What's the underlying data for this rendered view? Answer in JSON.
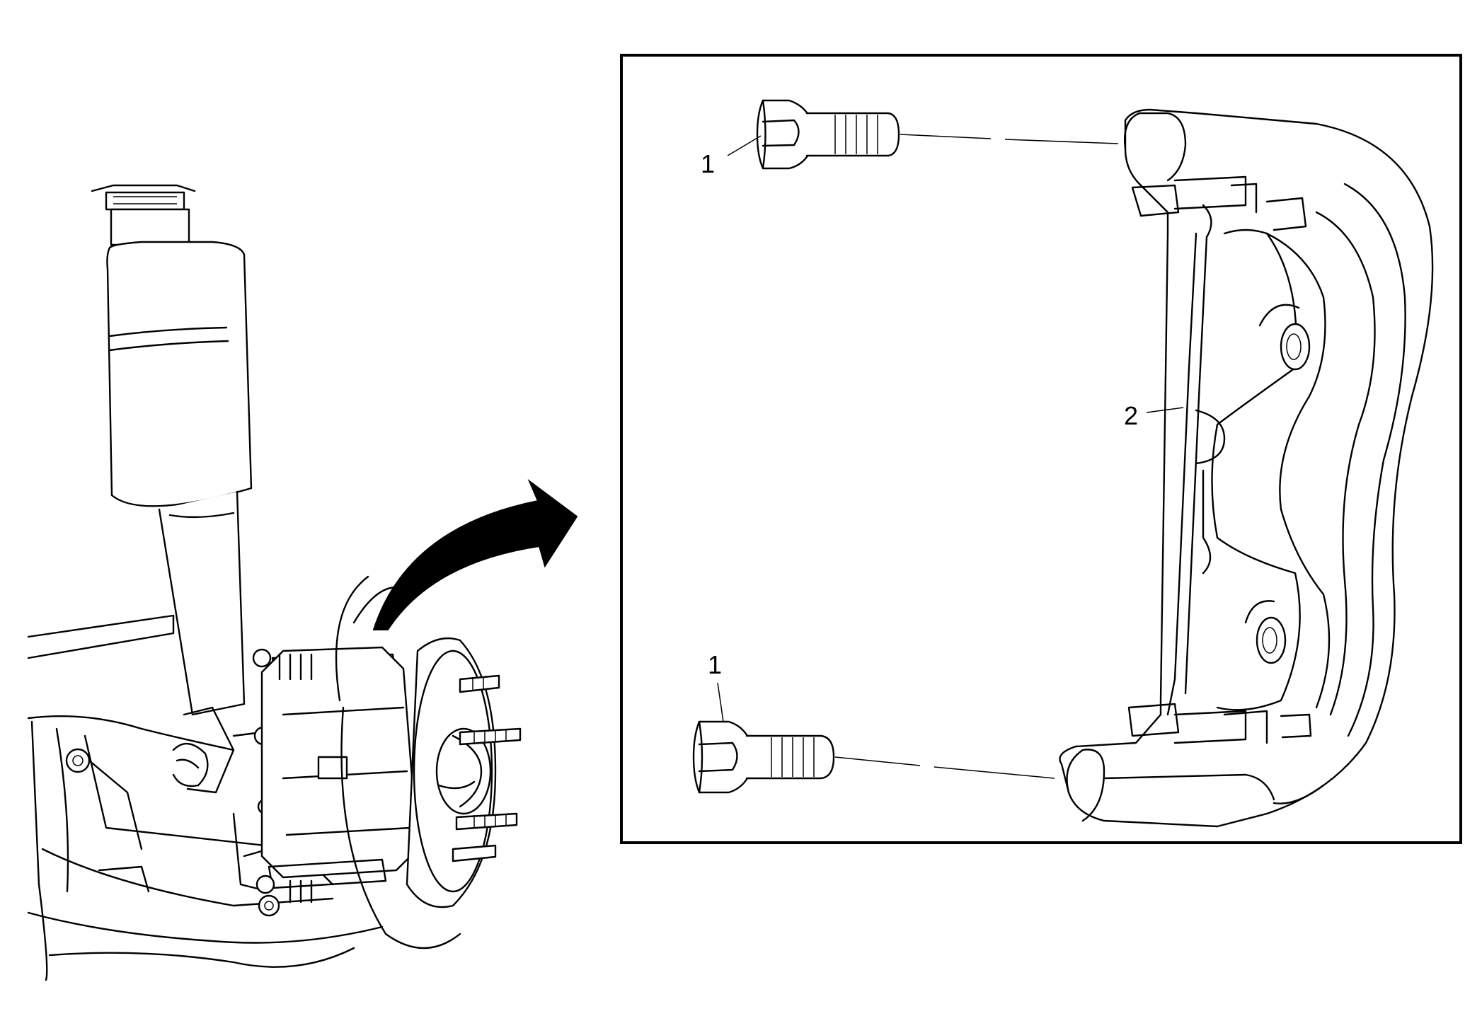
{
  "detail_view": {
    "callouts": [
      {
        "id": "upper-bolt",
        "label": "1"
      },
      {
        "id": "caliper-bracket",
        "label": "2"
      },
      {
        "id": "lower-bolt",
        "label": "1"
      }
    ]
  },
  "colors": {
    "line": "#000000",
    "background": "#ffffff"
  }
}
